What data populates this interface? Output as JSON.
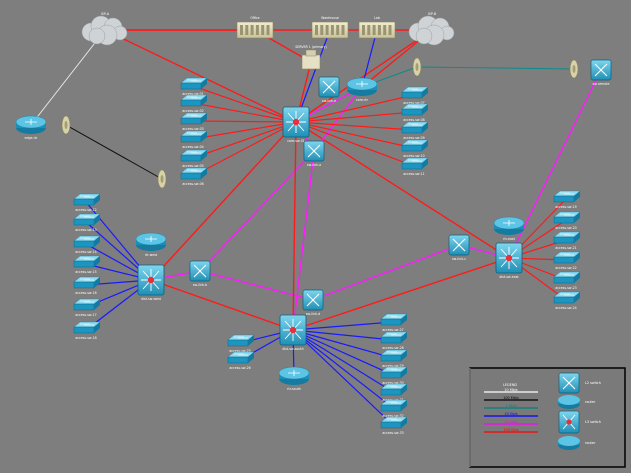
{
  "clouds": [
    {
      "label": "ISP-A"
    },
    {
      "label": "ISP-B"
    }
  ],
  "buildings": [
    {
      "label": "Office"
    },
    {
      "label": "Warehouse"
    },
    {
      "label": "Lab"
    }
  ],
  "server": {
    "label": "SERVER 1 (primary)"
  },
  "routers": [
    {
      "label": "edge-rtr"
    },
    {
      "label": "core-rtr"
    },
    {
      "label": "rtr-west"
    },
    {
      "label": "rtr-east"
    },
    {
      "label": "rtr-south"
    }
  ],
  "multilayer_switches": [
    {
      "label": "core-sw-01"
    },
    {
      "label": "dist-sw-west"
    },
    {
      "label": "dist-sw-east"
    },
    {
      "label": "dist-sw-south"
    }
  ],
  "layer2_switches": [
    {
      "label": "sw-link-a"
    },
    {
      "label": "sw-link-b"
    },
    {
      "label": "sw-link-c"
    },
    {
      "label": "sw-link-d"
    },
    {
      "label": "sw-link-e"
    },
    {
      "label": "sw-remote"
    }
  ],
  "access_groups": {
    "top_left": [
      "access-sw-01",
      "access-sw-02",
      "access-sw-03",
      "access-sw-04",
      "access-sw-05",
      "access-sw-06"
    ],
    "top_right": [
      "access-sw-07",
      "access-sw-08",
      "access-sw-09",
      "access-sw-10",
      "access-sw-11"
    ],
    "west": [
      "access-sw-12",
      "access-sw-13",
      "access-sw-14",
      "access-sw-15",
      "access-sw-16",
      "access-sw-17",
      "access-sw-18"
    ],
    "east": [
      "access-sw-19",
      "access-sw-20",
      "access-sw-21",
      "access-sw-22",
      "access-sw-23",
      "access-sw-24"
    ],
    "south_left": [
      "access-sw-25",
      "access-sw-26"
    ],
    "south_right": [
      "access-sw-27",
      "access-sw-28",
      "access-sw-29",
      "access-sw-30",
      "access-sw-31",
      "access-sw-32",
      "access-sw-33"
    ]
  },
  "legend": {
    "title": "LEGEND",
    "lines": [
      {
        "label": "10 Mb/s",
        "color": "#ffffff"
      },
      {
        "label": "100 Mb/s",
        "color": "#000000"
      },
      {
        "label": "1 Gb/s",
        "color": "#008080"
      },
      {
        "label": "10 Gb/s",
        "color": "#0000ff"
      },
      {
        "label": "40 Gb/s",
        "color": "#ff00ff"
      },
      {
        "label": "100 Gb/s",
        "color": "#ff0000"
      }
    ],
    "icons": [
      {
        "label": "L2 switch"
      },
      {
        "label": "router"
      },
      {
        "label": "L3 switch"
      },
      {
        "label": "router"
      }
    ]
  },
  "colors": {
    "red": "#ff1a1a",
    "magenta": "#ff1aff",
    "blue": "#1a1aff",
    "teal": "#0d8a8a",
    "black": "#111111",
    "white": "#e8e8e8",
    "device": "#1aa0c8",
    "background": "#7e7e7e"
  }
}
